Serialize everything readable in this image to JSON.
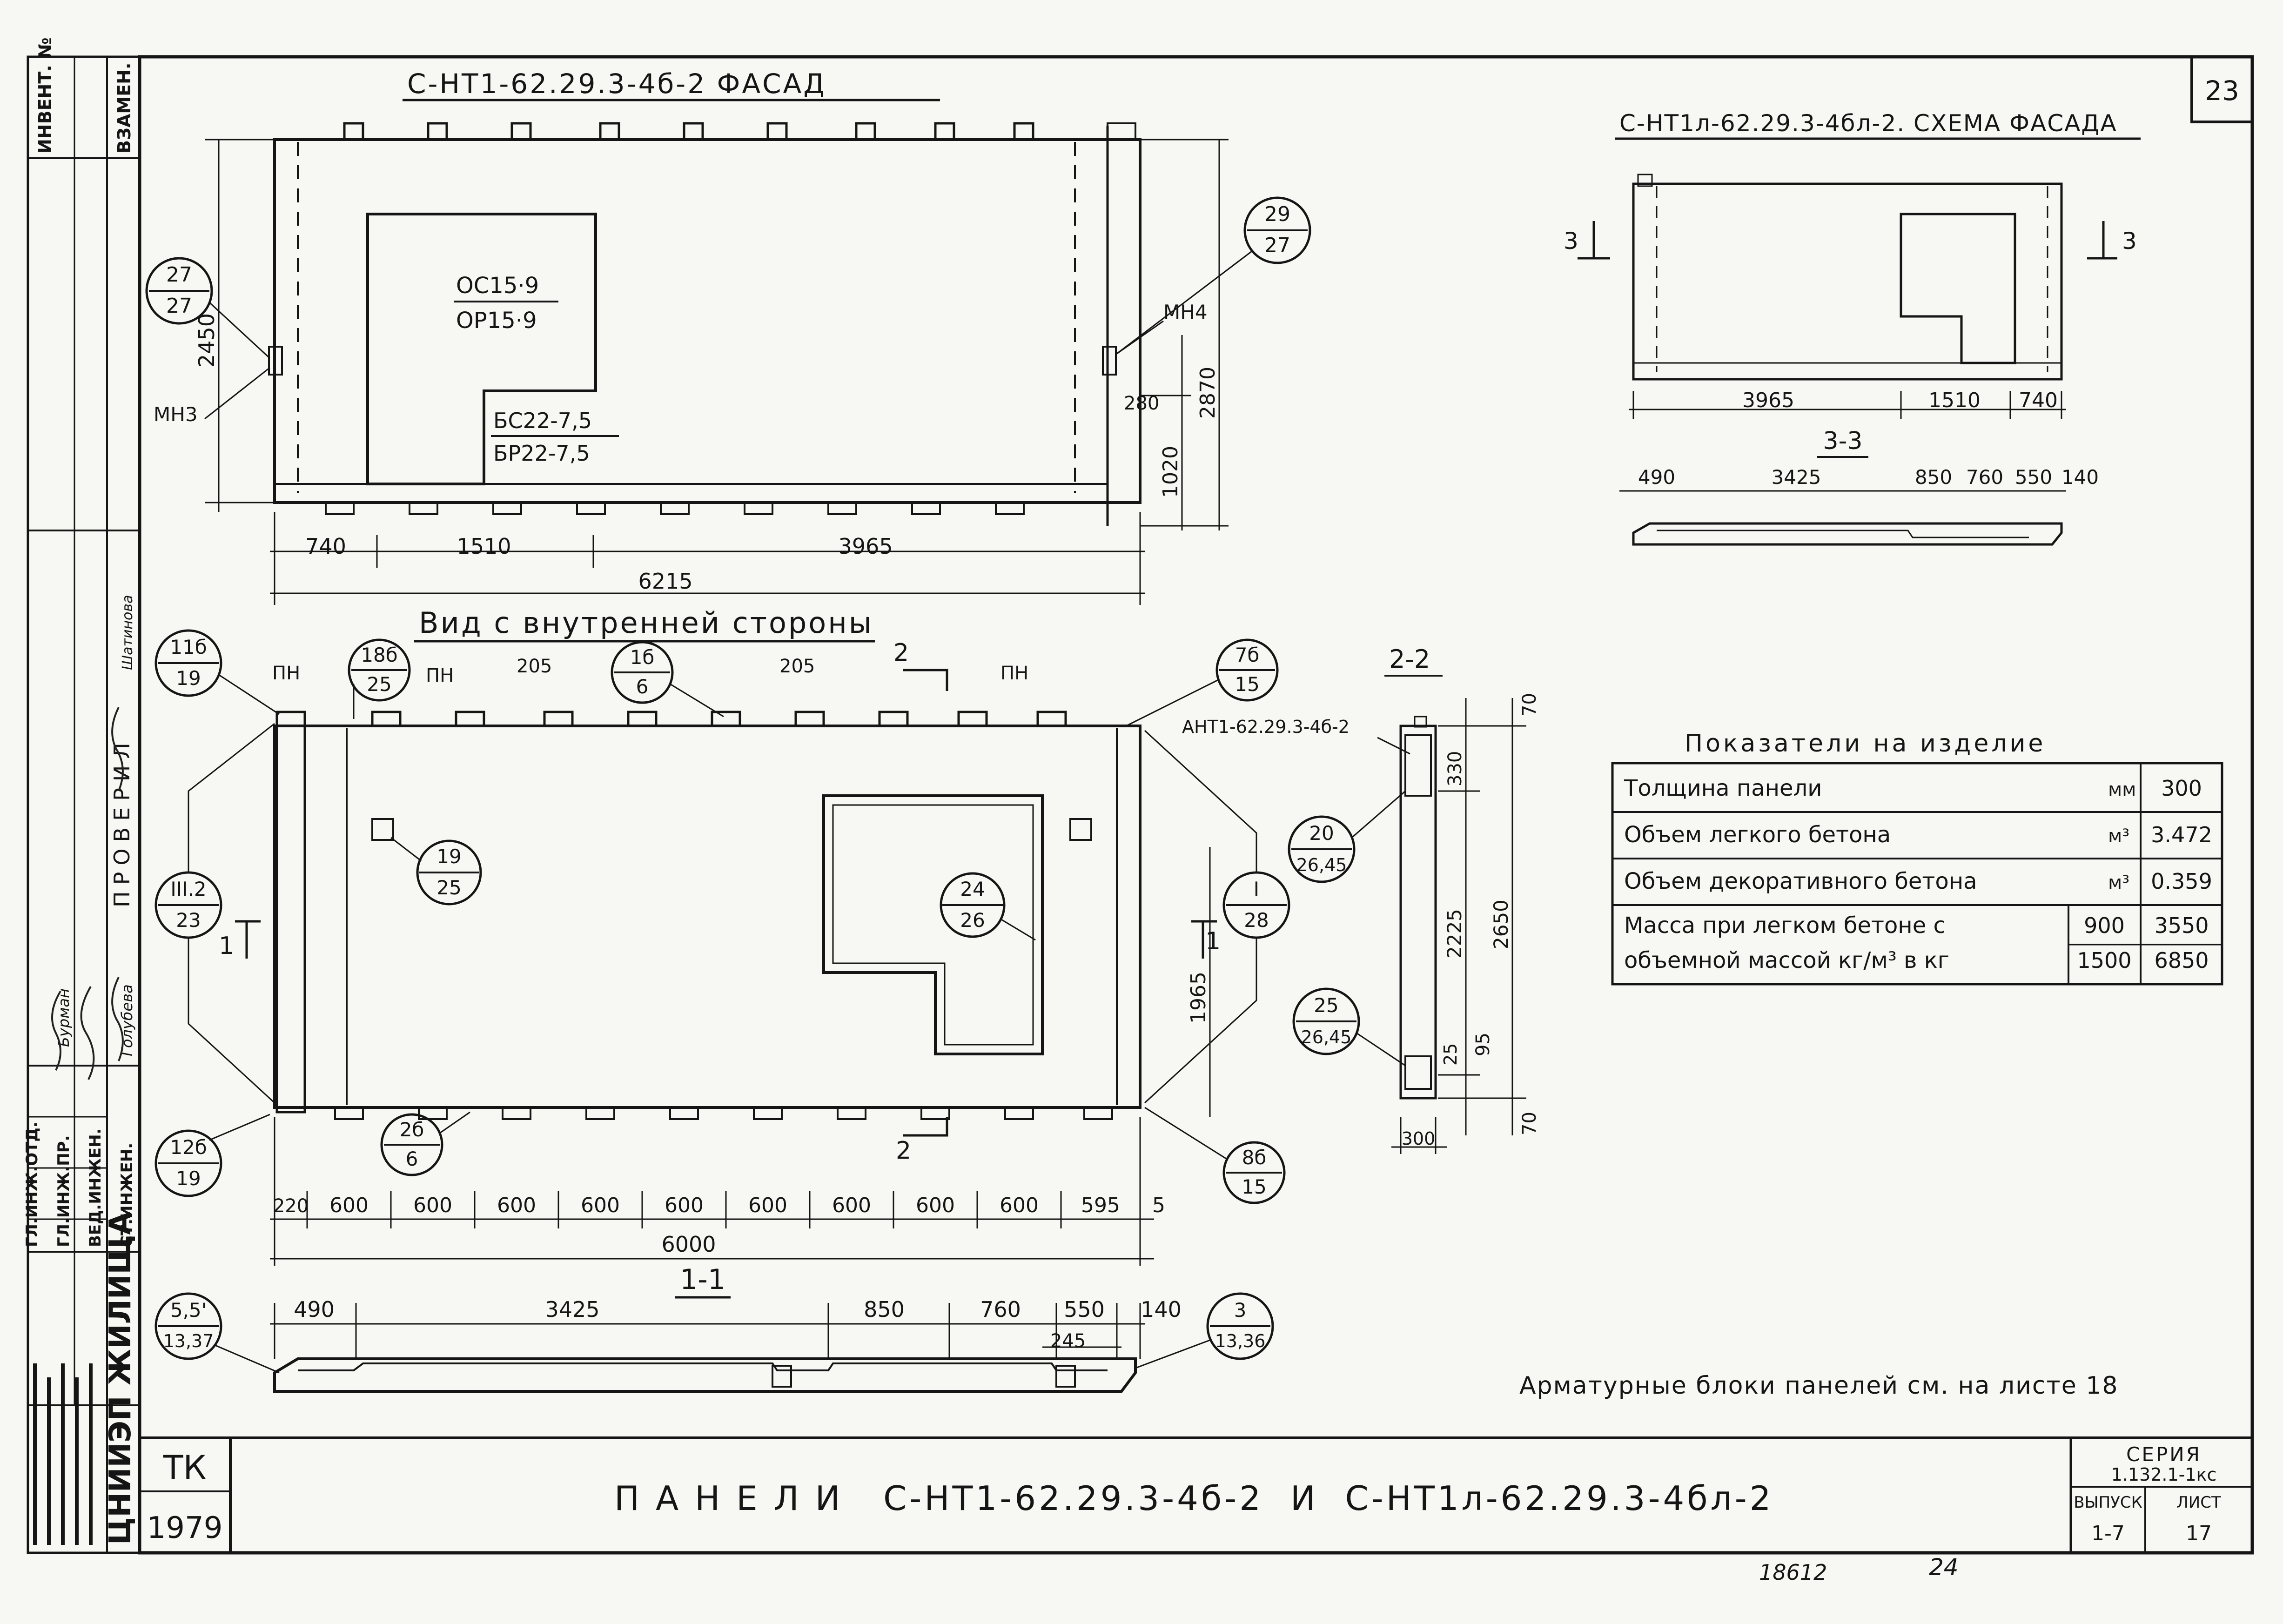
{
  "sheet": {
    "sheet_number": "23",
    "title": "П А Н Е Л И   С-НТ1-62.29.3-4б-2  И  С-НТ1л-62.29.3-4бл-2",
    "tk": "ТК",
    "year": "1979",
    "org": "ЦНИИЭП ЖИЛИЩА",
    "series_label": "СЕРИЯ",
    "series_value": "1.132.1-1кс",
    "issue_label": "ВЫПУСК",
    "issue_value": "1-7",
    "sheet_label": "ЛИСТ",
    "sheet_value": "17",
    "bottom_num1": "18612",
    "bottom_num2": "24",
    "note": "Арматурные блоки панелей см. на листе 18"
  },
  "left_stamp": {
    "top": [
      "ИНВЕНТ. №",
      "ВЗАМЕН."
    ],
    "checked": "ПРОВЕРИЛ",
    "roles": [
      "ГЛ.ИНЖ.ОТД.",
      "ГЛ.ИНЖ.ПР.",
      "ВЕД.ИНЖЕН.",
      "СТ.ИНЖЕН."
    ],
    "names": [
      "Бурман",
      "Голубева",
      "Шатинова"
    ]
  },
  "facade": {
    "title": "С-НТ1-62.29.3-4б-2  ФАСАД",
    "window_marks": [
      "ОС15·9",
      "ОР15·9"
    ],
    "door_marks": [
      "БС22-7,5",
      "БР22-7,5"
    ],
    "mark_left": "МН3",
    "mark_right": "МН4",
    "callout_left": [
      "27",
      "27"
    ],
    "callout_right": [
      "29",
      "27"
    ],
    "dims_bottom": [
      "740",
      "1510",
      "3965"
    ],
    "dim_total": "6215",
    "dim_left": "2450",
    "dims_right": [
      "280",
      "1020",
      "2870"
    ]
  },
  "inner_view": {
    "title": "Вид с внутренней стороны",
    "pn": [
      "ПН",
      "ПН",
      "ПН"
    ],
    "dims_top": [
      "205",
      "205"
    ],
    "callouts": [
      [
        "11б",
        "19"
      ],
      [
        "18б",
        "25"
      ],
      [
        "1б",
        "6"
      ],
      [
        "7б",
        "15"
      ],
      [
        "19",
        "25"
      ],
      [
        "24",
        "26"
      ],
      [
        "III.2",
        "23"
      ],
      [
        "I",
        "28"
      ],
      [
        "12б",
        "19"
      ],
      [
        "2б",
        "6"
      ],
      [
        "8б",
        "15"
      ]
    ],
    "section_marks": [
      "2",
      "2",
      "1",
      "1"
    ],
    "dim_right": "1965",
    "dims_bottom": [
      "220",
      "600",
      "600",
      "600",
      "600",
      "600",
      "600",
      "600",
      "600",
      "600",
      "595",
      "5"
    ],
    "dim_total": "6000"
  },
  "section_2_2": {
    "title": "2-2",
    "label": "АНТ1-62.29.3-4б-2",
    "callout1": [
      "20",
      "26,45"
    ],
    "callout2": [
      "25",
      "26,45"
    ],
    "dims_v": [
      "70",
      "330",
      "2225",
      "95",
      "25",
      "70",
      "2650"
    ],
    "dim_bottom": "300"
  },
  "section_1_1": {
    "title": "1-1",
    "dims": [
      "490",
      "3425",
      "850",
      "760",
      "550",
      "140"
    ],
    "dim_inner": "245",
    "callout_left": [
      "5,5'",
      "13,37"
    ],
    "callout_right": [
      "3",
      "13,36"
    ]
  },
  "facade_scheme": {
    "title": "С-НТ1л-62.29.3-4бл-2. СХЕМА ФАСАДА",
    "section_marks": [
      "3",
      "3"
    ],
    "dims": [
      "3965",
      "1510",
      "740"
    ],
    "section_title": "3-3",
    "section_dims": [
      "490",
      "3425",
      "850",
      "760",
      "550",
      "140"
    ]
  },
  "indicators": {
    "title": "Показатели на изделие",
    "rows": [
      {
        "label": "Толщина панели",
        "unit": "мм",
        "value": "300"
      },
      {
        "label": "Объем легкого бетона",
        "unit": "м³",
        "value": "3.472"
      },
      {
        "label": "Объем декоративного бетона",
        "unit": "м³",
        "value": "0.359"
      }
    ],
    "mass_label_1": "Масса при легком бетоне с",
    "mass_label_2": "объемной массой кг/м³ в кг",
    "mass_rows": [
      {
        "density": "900",
        "value": "3550"
      },
      {
        "density": "1500",
        "value": "6850"
      }
    ]
  }
}
